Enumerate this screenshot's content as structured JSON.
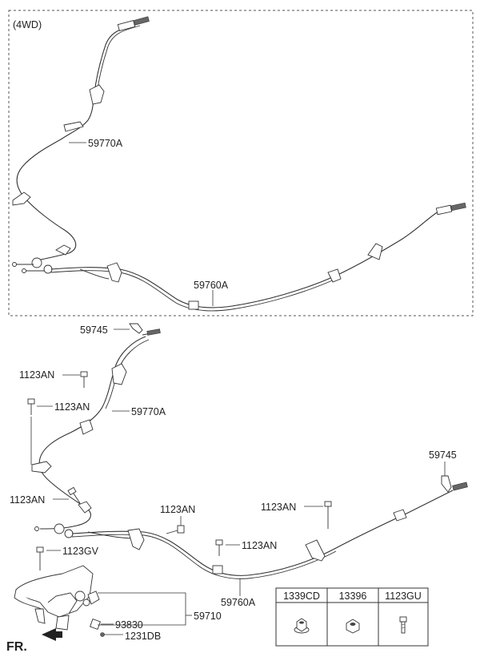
{
  "variant_label": "(4WD)",
  "top_labels": {
    "cable_rear_upper": "59770A",
    "cable_rear_lower": "59760A"
  },
  "bottom_labels": {
    "bracket_left": "59745",
    "bracket_right": "59745",
    "bolt_a": "1123AN",
    "bolt_b": "1123AN",
    "bolt_c": "1123AN",
    "bolt_d": "1123AN",
    "bolt_e": "1123AN",
    "bolt_f": "1123AN",
    "cable_upper": "59770A",
    "cable_lower": "59760A",
    "bolt_gv": "1123GV",
    "lever_assy": "59710",
    "part_93830": "93830",
    "part_1231db": "1231DB"
  },
  "direction_label": "FR.",
  "parts_table": {
    "headers": [
      "1339CD",
      "13396",
      "1123GU"
    ],
    "icons": [
      "flange-nut-icon",
      "nut-icon",
      "bolt-icon"
    ]
  }
}
